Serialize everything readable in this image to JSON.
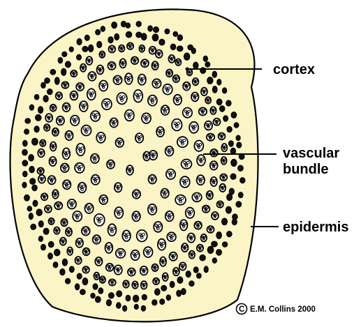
{
  "diagram": {
    "labels": {
      "cortex": "cortex",
      "vascular_line1": "vascular",
      "vascular_line2": "bundle",
      "epidermis": "epidermis"
    },
    "credit": {
      "symbol": "©",
      "text": "E.M. Collins 2000"
    }
  },
  "colors": {
    "fill": "#FBF4C6",
    "outline": "#000000",
    "bundle_fill": "#FFFFFF"
  }
}
